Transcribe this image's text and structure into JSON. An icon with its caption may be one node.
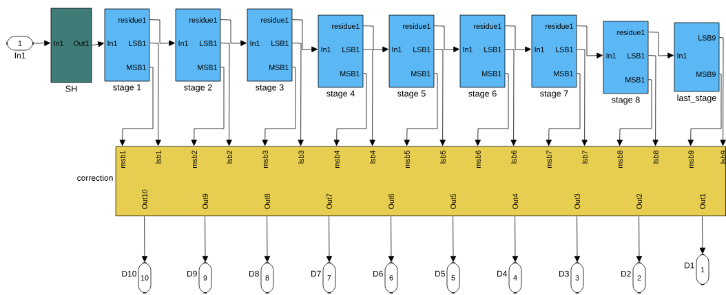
{
  "diagram": {
    "nodes": [
      {
        "text": [
          "1"
        ],
        "beside": [
          "In1"
        ]
      },
      {
        "text": [
          "In1",
          "Out1"
        ],
        "beside": [
          "SH"
        ]
      },
      {
        "text": [
          "residue1",
          "In1",
          "LSB1",
          "MSB1"
        ],
        "beside": [
          "stage 1"
        ]
      },
      {
        "text": [
          "residue1",
          "In1",
          "LSB1",
          "MSB1"
        ],
        "beside": [
          "stage 2"
        ]
      },
      {
        "text": [
          "residue1",
          "In1",
          "LSB1",
          "MSB1"
        ],
        "beside": [
          "stage 3"
        ]
      },
      {
        "text": [
          "residue1",
          "In1",
          "LSB1",
          "MSB1"
        ],
        "beside": [
          "stage 4"
        ]
      },
      {
        "text": [
          "residue1",
          "In1",
          "LSB1",
          "MSB1"
        ],
        "beside": [
          "stage 5"
        ]
      },
      {
        "text": [
          "residue1",
          "In1",
          "LSB1",
          "MSB1"
        ],
        "beside": [
          "stage 6"
        ]
      },
      {
        "text": [
          "residue1",
          "In1",
          "LSB1",
          "MSB1"
        ],
        "beside": [
          "stage 7"
        ]
      },
      {
        "text": [
          "residue1",
          "In1",
          "LSB1",
          "MSB1"
        ],
        "beside": [
          "stage 8"
        ]
      },
      {
        "text": [
          "In1",
          "LSB9",
          "MSB9"
        ],
        "beside": [
          "last_stage"
        ]
      },
      {
        "text": [
          "msb1",
          "lsb1",
          "msb2",
          "lsb2",
          "msb3",
          "lsb3",
          "msb4",
          "lsb4",
          "msb5",
          "lsb5",
          "msb6",
          "lsb6",
          "msb7",
          "lsb7",
          "msb8",
          "lsb8",
          "msb9",
          "lsb9",
          "Out10",
          "Out9",
          "Out8",
          "Out7",
          "Out6",
          "Out5",
          "Out4",
          "Out3",
          "Out2",
          "Out1"
        ],
        "beside": [
          "correction"
        ]
      },
      {
        "text": [
          "10"
        ],
        "beside": [
          "D10"
        ]
      },
      {
        "text": [
          "9"
        ],
        "beside": [
          "D9"
        ]
      },
      {
        "text": [
          "8"
        ],
        "beside": [
          "D8"
        ]
      },
      {
        "text": [
          "7"
        ],
        "beside": [
          "D7"
        ]
      },
      {
        "text": [
          "6"
        ],
        "beside": [
          "D6"
        ]
      },
      {
        "text": [
          "5"
        ],
        "beside": [
          "D5"
        ]
      },
      {
        "text": [
          "4"
        ],
        "beside": [
          "D4"
        ]
      },
      {
        "text": [
          "3"
        ],
        "beside": [
          "D3"
        ]
      },
      {
        "text": [
          "2"
        ],
        "beside": [
          "D2"
        ]
      },
      {
        "text": [
          "1"
        ],
        "beside": [
          "D1"
        ]
      }
    ],
    "edges": [
      {
        "from": 0,
        "to": 1,
        "arrow": "to"
      },
      {
        "from": 1,
        "to": 2,
        "arrow": "to"
      },
      {
        "from": 2,
        "to": 3,
        "arrow": "to"
      },
      {
        "from": 3,
        "to": 4,
        "arrow": "to"
      },
      {
        "from": 4,
        "to": 5,
        "arrow": "to"
      },
      {
        "from": 5,
        "to": 6,
        "arrow": "to"
      },
      {
        "from": 6,
        "to": 7,
        "arrow": "to"
      },
      {
        "from": 7,
        "to": 8,
        "arrow": "to"
      },
      {
        "from": 8,
        "to": 9,
        "arrow": "to"
      },
      {
        "from": 9,
        "to": 10,
        "arrow": "to"
      },
      {
        "from": 2,
        "to": 11,
        "arrow": "to"
      },
      {
        "from": 2,
        "to": 11,
        "arrow": "to"
      },
      {
        "from": 3,
        "to": 11,
        "arrow": "to"
      },
      {
        "from": 3,
        "to": 11,
        "arrow": "to"
      },
      {
        "from": 4,
        "to": 11,
        "arrow": "to"
      },
      {
        "from": 4,
        "to": 11,
        "arrow": "to"
      },
      {
        "from": 5,
        "to": 11,
        "arrow": "to"
      },
      {
        "from": 5,
        "to": 11,
        "arrow": "to"
      },
      {
        "from": 6,
        "to": 11,
        "arrow": "to"
      },
      {
        "from": 6,
        "to": 11,
        "arrow": "to"
      },
      {
        "from": 7,
        "to": 11,
        "arrow": "to"
      },
      {
        "from": 7,
        "to": 11,
        "arrow": "to"
      },
      {
        "from": 8,
        "to": 11,
        "arrow": "to"
      },
      {
        "from": 8,
        "to": 11,
        "arrow": "to"
      },
      {
        "from": 9,
        "to": 11,
        "arrow": "to"
      },
      {
        "from": 9,
        "to": 11,
        "arrow": "to"
      },
      {
        "from": 10,
        "to": 11,
        "arrow": "to"
      },
      {
        "from": 10,
        "to": 11,
        "arrow": "to"
      },
      {
        "from": 11,
        "to": 12,
        "arrow": "to"
      },
      {
        "from": 11,
        "to": 13,
        "arrow": "to"
      },
      {
        "from": 11,
        "to": 14,
        "arrow": "to"
      },
      {
        "from": 11,
        "to": 15,
        "arrow": "to"
      },
      {
        "from": 11,
        "to": 16,
        "arrow": "to"
      },
      {
        "from": 11,
        "to": 17,
        "arrow": "to"
      },
      {
        "from": 11,
        "to": 18,
        "arrow": "to"
      },
      {
        "from": 11,
        "to": 19,
        "arrow": "to"
      },
      {
        "from": 11,
        "to": 20,
        "arrow": "to"
      },
      {
        "from": 11,
        "to": 21,
        "arrow": "to"
      }
    ]
  }
}
